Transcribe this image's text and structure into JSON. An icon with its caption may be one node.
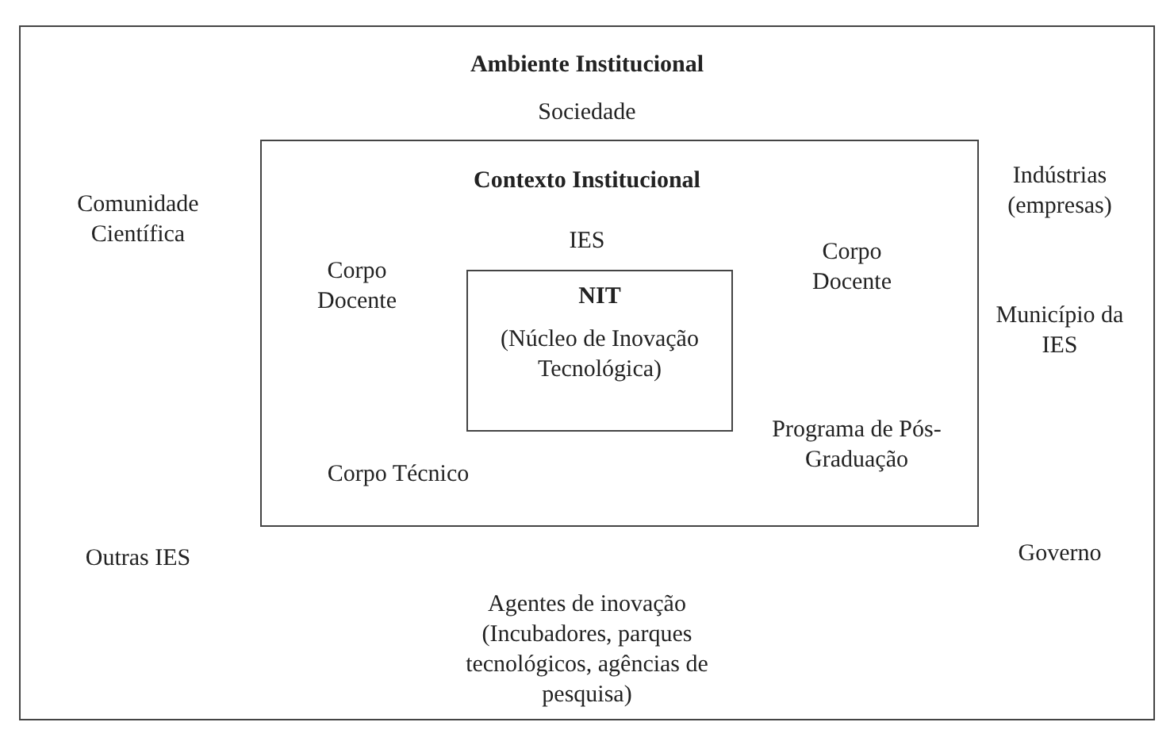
{
  "diagram": {
    "nodes": [
      {
        "text": [
          "Ambiente Institucional",
          "Sociedade",
          "Indústrias (empresas)",
          "Comunidade Científica",
          "Município da IES",
          "Outras IES",
          "Governo",
          "Agentes de inovação (Incubadores, parques tecnológicos, agências de pesquisa)"
        ]
      },
      {
        "text": [
          "Contexto Institucional",
          "IES",
          "Corpo Docente",
          "Corpo Docente",
          "Corpo Técnico",
          "Programa de Pós-Graduação"
        ],
        "in": 0
      },
      {
        "text": [
          "NIT",
          "(Núcleo de Inovação Tecnológica)"
        ],
        "in": 1
      }
    ],
    "edges": []
  }
}
